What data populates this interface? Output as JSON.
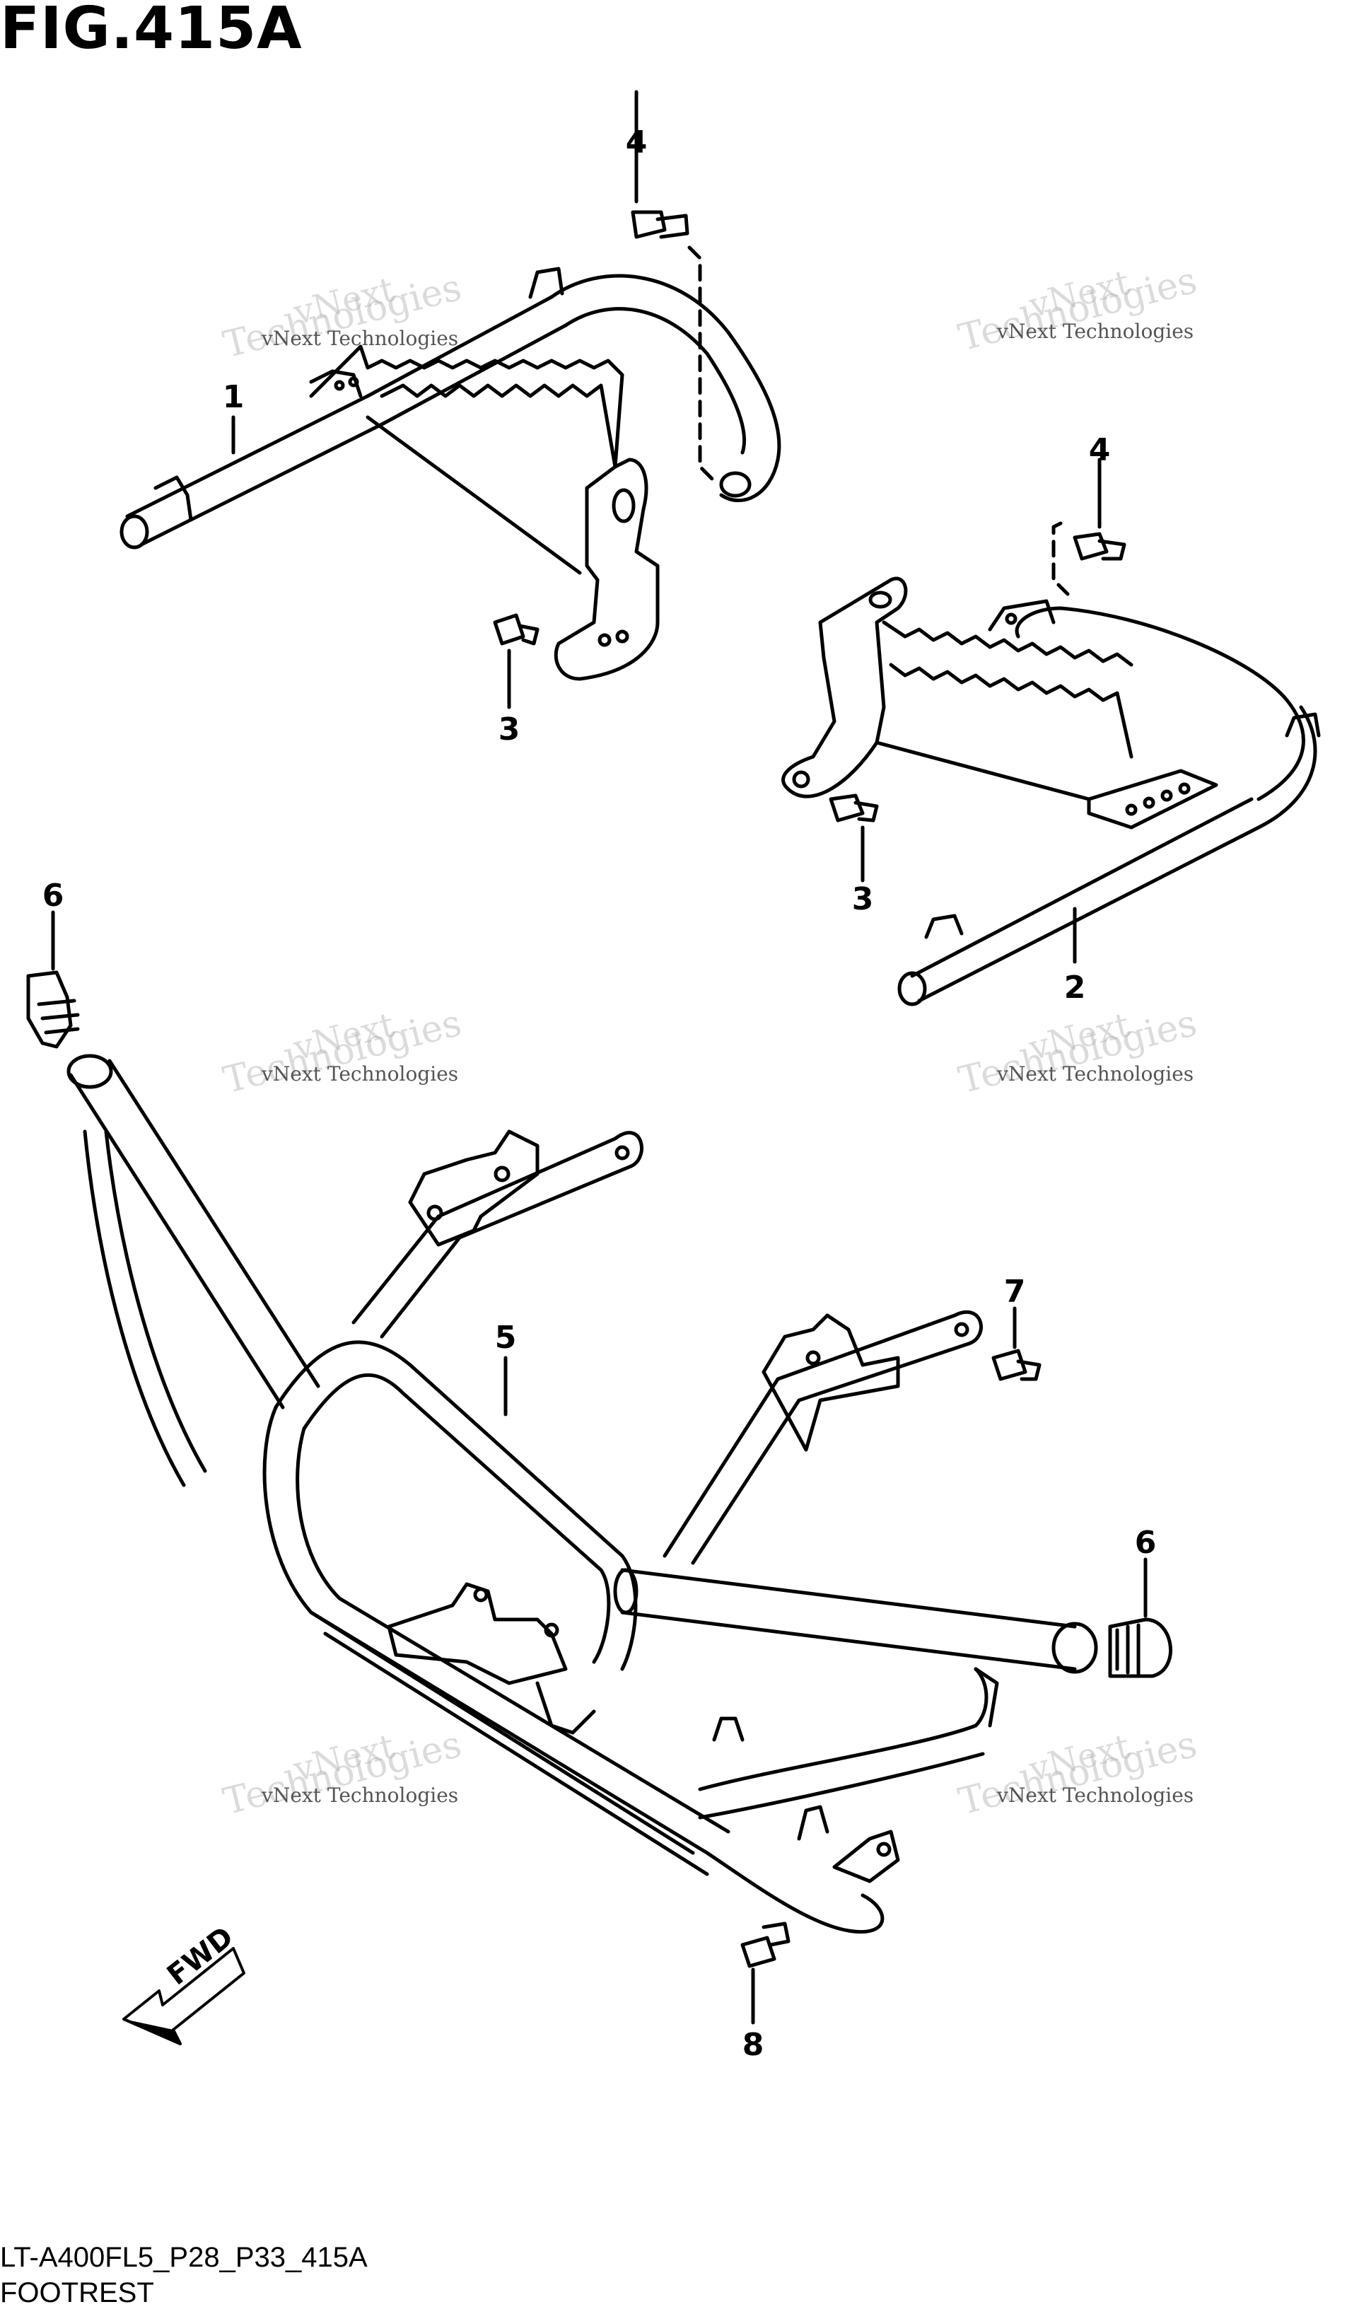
{
  "figure": {
    "title": "FIG.415A",
    "model_code": "LT-A400FL5_P28_P33_415A",
    "section_name": "FOOTREST"
  },
  "callouts": {
    "c1": "1",
    "c2": "2",
    "c3a": "3",
    "c3b": "3",
    "c4a": "4",
    "c4b": "4",
    "c5": "5",
    "c6a": "6",
    "c6b": "6",
    "c7": "7",
    "c8": "8"
  },
  "watermark": {
    "line1": "vNext",
    "line2": "Technologies",
    "caption": "vNext Technologies"
  },
  "direction_arrow": {
    "label": "FWD"
  },
  "colors": {
    "line": "#000000",
    "background": "#ffffff",
    "watermark": "#b0b0b0"
  }
}
